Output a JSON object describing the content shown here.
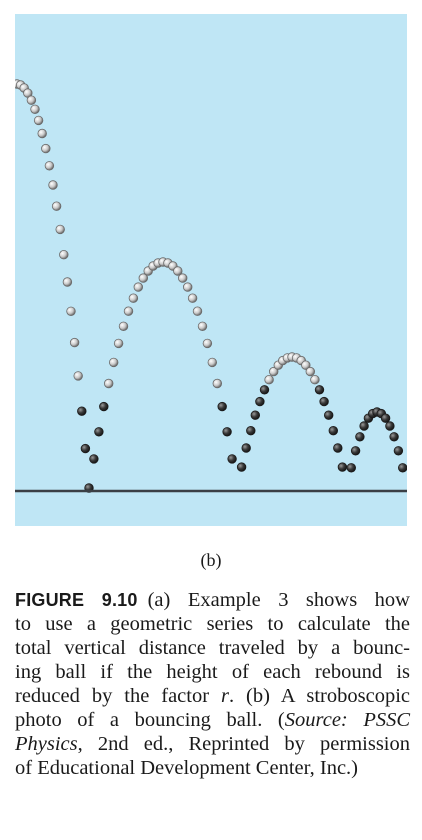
{
  "photo": {
    "background_color": "#bfe6f5",
    "floor_color": "#3a3f45",
    "ball_color_light": "#f4f4f4",
    "ball_color_dark": "#2e2e2e"
  },
  "panel_label": "(b)",
  "caption": {
    "figure_label": "FIGURE 9.10",
    "line1": "(a) Example 3 shows how",
    "line2": "to use a geometric series to calculate the",
    "line3": "total vertical distance traveled by a bounc-",
    "line4": "ing ball if the height of each rebound is",
    "line5_pre": "reduced by the factor ",
    "line5_var": "r",
    "line5_post": ". (b) A stroboscopic",
    "line6_pre": "photo of a bouncing ball. (",
    "line6_source": "Source: PSSC",
    "line7_italic": "Physics",
    "line7_post": ", 2nd ed., Reprinted by permission",
    "line8": "of Educational Development Center, Inc.)"
  }
}
